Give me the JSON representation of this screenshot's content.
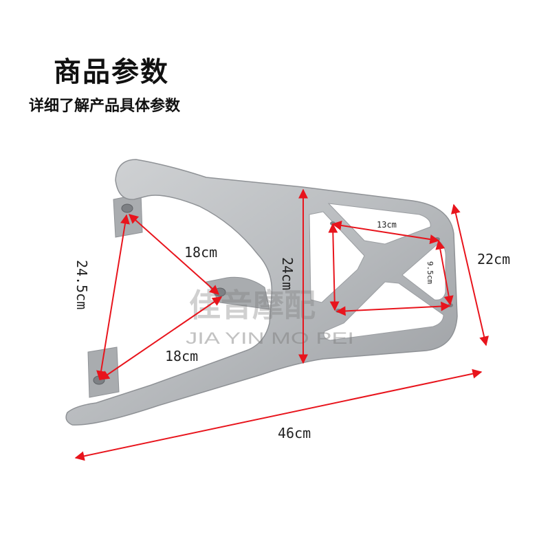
{
  "header": {
    "title": "商品参数",
    "subtitle": "详细了解产品具体参数"
  },
  "watermark": {
    "cn": "佳音摩配",
    "en": "JIA YIN MO PEI"
  },
  "dimensions": {
    "arm_upper": "18cm",
    "arm_lower": "18cm",
    "mount_span": "24.5cm",
    "rack_height": "24cm",
    "rack_top": "13cm",
    "rack_inner": "9.5cm",
    "rack_side": "22cm",
    "overall_length": "46cm"
  },
  "colors": {
    "arrow": "#e8141c",
    "metal": "#b9bcbf",
    "metal_dark": "#8f9296",
    "metal_light": "#d7d9db"
  }
}
